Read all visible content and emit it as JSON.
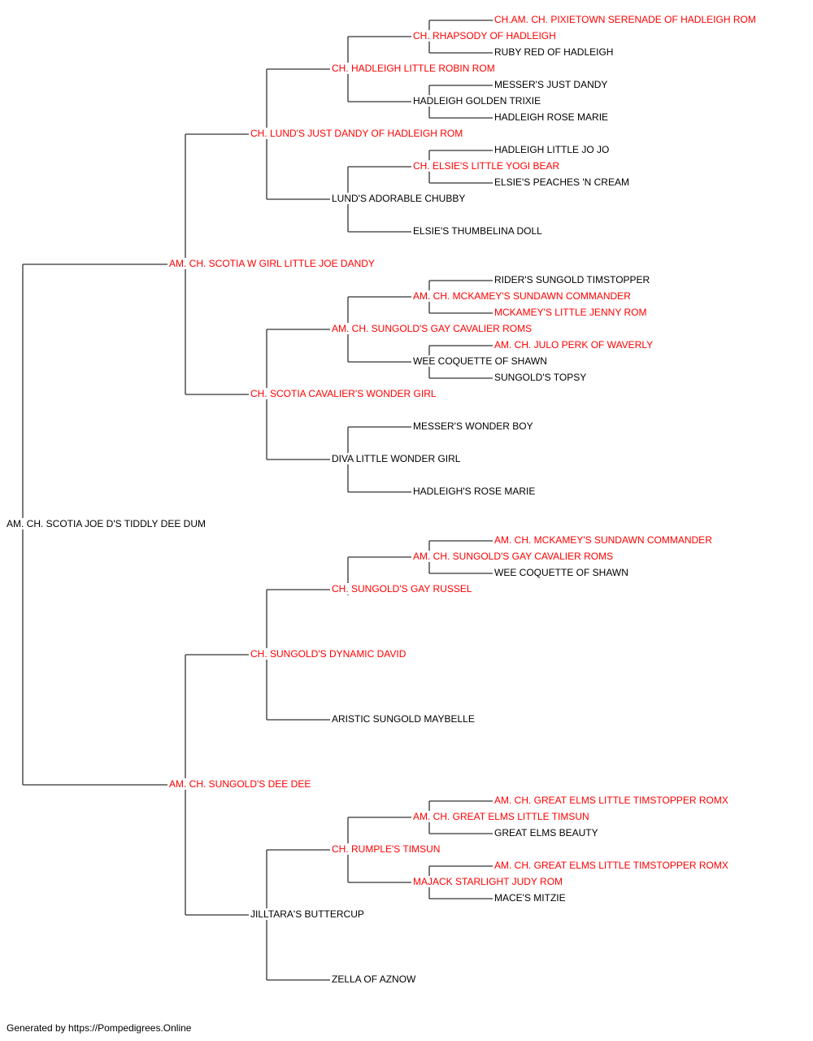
{
  "colors": {
    "champion": "#ff0000",
    "normal": "#000000",
    "line": "#333333"
  },
  "pedigree": {
    "subject": {
      "name": "AM. CH. SCOTIA JOE D'S TIDDLY DEE DUM",
      "champion": false
    },
    "sire": {
      "name": "AM. CH. SCOTIA W GIRL LITTLE JOE DANDY",
      "champion": true
    },
    "dam": {
      "name": "AM. CH. SUNGOLD'S DEE DEE",
      "champion": true
    },
    "ss": {
      "name": "CH. LUND'S JUST DANDY OF HADLEIGH ROM",
      "champion": true
    },
    "sd": {
      "name": "CH. SCOTIA CAVALIER'S WONDER GIRL",
      "champion": true
    },
    "ds": {
      "name": "CH. SUNGOLD'S DYNAMIC DAVID",
      "champion": true
    },
    "dd": {
      "name": "JILLTARA'S BUTTERCUP",
      "champion": false
    },
    "sss": {
      "name": "CH. HADLEIGH LITTLE ROBIN ROM",
      "champion": true
    },
    "ssd": {
      "name": "LUND'S ADORABLE CHUBBY",
      "champion": false
    },
    "sds": {
      "name": "AM. CH. SUNGOLD'S GAY CAVALIER ROMS",
      "champion": true
    },
    "sdd": {
      "name": "DIVA LITTLE WONDER GIRL",
      "champion": false
    },
    "dss": {
      "name": "CH. SUNGOLD'S GAY RUSSEL",
      "champion": true
    },
    "dsd": {
      "name": "ARISTIC SUNGOLD MAYBELLE",
      "champion": false
    },
    "dds": {
      "name": "CH. RUMPLE'S TIMSUN",
      "champion": true
    },
    "ddd": {
      "name": "ZELLA OF AZNOW",
      "champion": false
    },
    "ssss": {
      "name": "CH. RHAPSODY OF HADLEIGH",
      "champion": true
    },
    "sssd": {
      "name": "HADLEIGH GOLDEN TRIXIE",
      "champion": false
    },
    "ssds": {
      "name": "CH. ELSIE'S LITTLE YOGI BEAR",
      "champion": true
    },
    "ssdd": {
      "name": "ELSIE'S THUMBELINA DOLL",
      "champion": false
    },
    "sdss": {
      "name": "AM. CH. MCKAMEY'S SUNDAWN COMMANDER",
      "champion": true
    },
    "sdsd": {
      "name": "WEE COQUETTE OF SHAWN",
      "champion": false
    },
    "sdds": {
      "name": "MESSER'S WONDER BOY",
      "champion": false
    },
    "sddd": {
      "name": "HADLEIGH'S ROSE MARIE",
      "champion": false
    },
    "dsss": {
      "name": "AM. CH. SUNGOLD'S GAY CAVALIER ROMS",
      "champion": true
    },
    "ddss": {
      "name": "AM. CH. GREAT ELMS LITTLE TIMSUN",
      "champion": true
    },
    "ddsd": {
      "name": "MAJACK STARLIGHT JUDY ROM",
      "champion": true
    },
    "sssss": {
      "name": "CH.AM. CH. PIXIETOWN SERENADE OF HADLEIGH ROM",
      "champion": true
    },
    "ssssd": {
      "name": "RUBY RED OF HADLEIGH",
      "champion": false
    },
    "sssds": {
      "name": "MESSER'S JUST DANDY",
      "champion": false
    },
    "sssdd": {
      "name": "HADLEIGH ROSE MARIE",
      "champion": false
    },
    "sssss2": {
      "name": "HADLEIGH LITTLE JO JO",
      "champion": false
    },
    "ssdsd": {
      "name": "ELSIE'S PEACHES 'N CREAM",
      "champion": false
    },
    "sdsss": {
      "name": "RIDER'S SUNGOLD TIMSTOPPER",
      "champion": false
    },
    "sdssd": {
      "name": "MCKAMEY'S LITTLE JENNY ROM",
      "champion": true
    },
    "sdsds": {
      "name": "AM. CH. JULO PERK OF WAVERLY",
      "champion": true
    },
    "sdsdd": {
      "name": "SUNGOLD'S TOPSY",
      "champion": false
    },
    "dssss": {
      "name": "AM. CH. MCKAMEY'S SUNDAWN COMMANDER",
      "champion": true
    },
    "dsssd": {
      "name": "WEE COQUETTE OF SHAWN",
      "champion": false
    },
    "ddsss": {
      "name": "AM. CH. GREAT ELMS LITTLE TIMSTOPPER ROMX",
      "champion": true
    },
    "ddssd": {
      "name": "GREAT ELMS BEAUTY",
      "champion": false
    },
    "ddsds": {
      "name": "AM. CH. GREAT ELMS LITTLE TIMSTOPPER ROMX",
      "champion": true
    },
    "ddsdd": {
      "name": "MACE'S MITZIE",
      "champion": false
    }
  },
  "footer": "Generated by https://Pompedigrees.Online"
}
